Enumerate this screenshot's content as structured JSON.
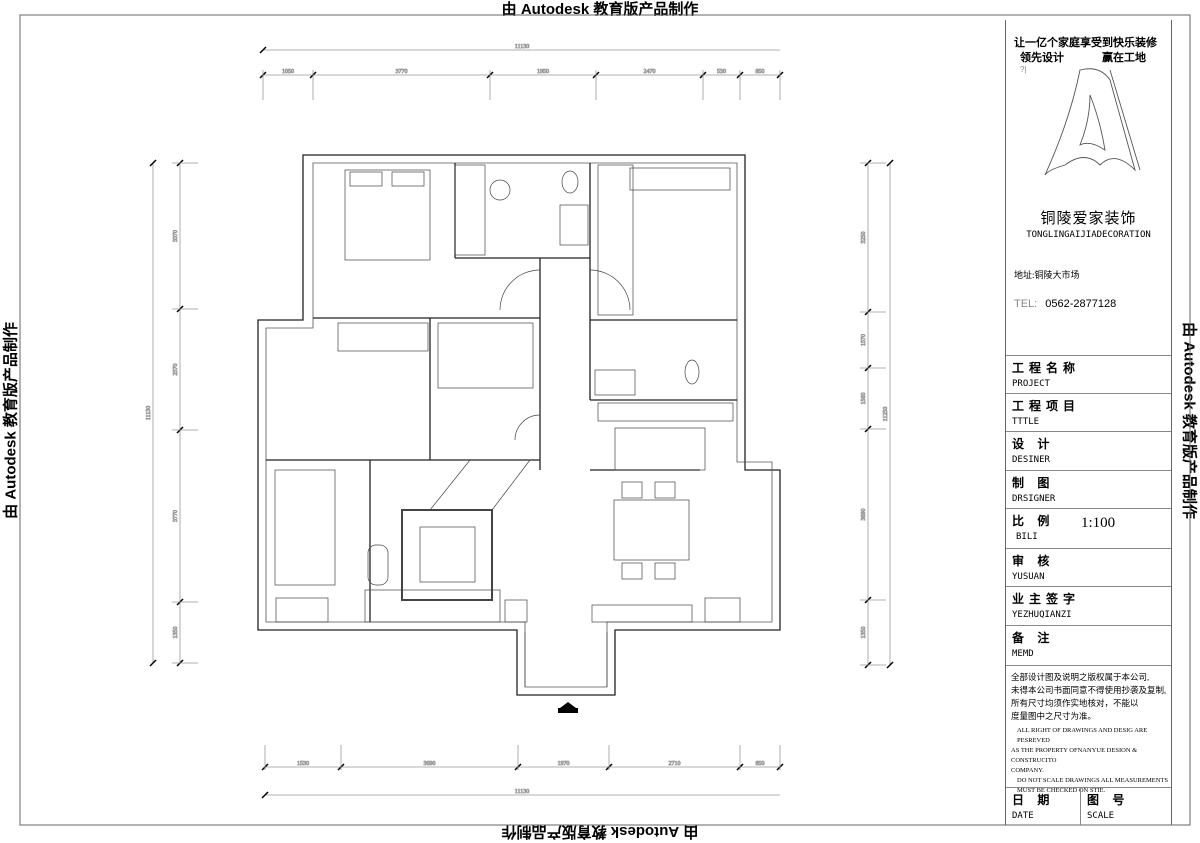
{
  "watermark": "由 Autodesk 教育版产品制作",
  "dimensions": {
    "top_total": "11130",
    "top_segments": [
      "1050",
      "3770",
      "1950",
      "2470",
      "530",
      "850"
    ],
    "bottom_total": "11130",
    "bottom_segments": [
      "1530",
      "3690",
      "1970",
      "2710",
      "850"
    ],
    "left_total": "11130",
    "left_segments": [
      "3370",
      "2570",
      "3770",
      "1350"
    ],
    "right_total": "11250",
    "right_segments": [
      "3250",
      "1570",
      "1560",
      "3690",
      "1350"
    ]
  },
  "title_block": {
    "slogan_1": "让一亿个家庭享受到快乐装修",
    "slogan_2a": "领先设计",
    "slogan_2b": "赢在工地",
    "marker": "?|",
    "company_cn": "铜陵爱家装饰",
    "company_en": "TONGLINGAIJIADECORATION",
    "address": "地址:铜陵大市场",
    "tel_label": "TEL:",
    "tel": "0562-2877128",
    "rows": [
      {
        "cn": "工程名称",
        "en": "PROJECT"
      },
      {
        "cn": "工程项目",
        "en": "TTTLE"
      },
      {
        "cn": "设 计",
        "en": "DESINER"
      },
      {
        "cn": "制 图",
        "en": "DRSIGNER"
      },
      {
        "cn": "比 例",
        "en": "BILI",
        "value": "1:100"
      },
      {
        "cn": "审 核",
        "en": "YUSUAN"
      },
      {
        "cn": "业主签字",
        "en": "YEZHUQIANZI"
      },
      {
        "cn": "备 注",
        "en": "MEMD"
      }
    ],
    "notes_cn": [
      "全部设计图及说明之版权属于本公司,",
      "未得本公司书面同意不得使用抄袭及复制,",
      "所有尺寸均须作实地核对，不能以",
      "度量图中之尺寸为准。"
    ],
    "notes_en": [
      "ALL RIGHT OF DRAWINGS AND DESIG ARE PESREVED",
      "AS THE PROPERTY OFNANYUE DESION & CONSTRUCITO",
      "COMPANY.",
      "DO NOT SCALE DRAWINGS ALL MEASUREMENTS",
      "MUST BE CHECKED ON STIE."
    ],
    "date_cn": "日 期",
    "date_en": "DATE",
    "scale_cn": "图 号",
    "scale_en": "SCALE"
  }
}
